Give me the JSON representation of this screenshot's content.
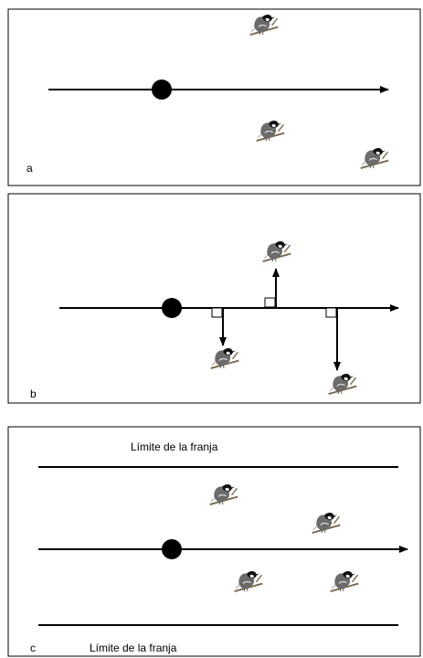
{
  "panels": [
    {
      "id": "a",
      "label": "a"
    },
    {
      "id": "b",
      "label": "b"
    },
    {
      "id": "c",
      "label": "c",
      "top_boundary_label": "Límite de la franja",
      "bottom_boundary_label": "Límite de la franja"
    }
  ],
  "icons": {
    "bird": "bird-icon",
    "observer": "observer-dot-icon",
    "arrow": "arrow-head-icon",
    "right_angle": "right-angle-marker-icon"
  },
  "colors": {
    "line": "#000000",
    "bird_body": "#6b6b6b",
    "bird_cap": "#111111",
    "bird_cheek": "#f2f2f2",
    "branch": "#7a6a4a"
  }
}
